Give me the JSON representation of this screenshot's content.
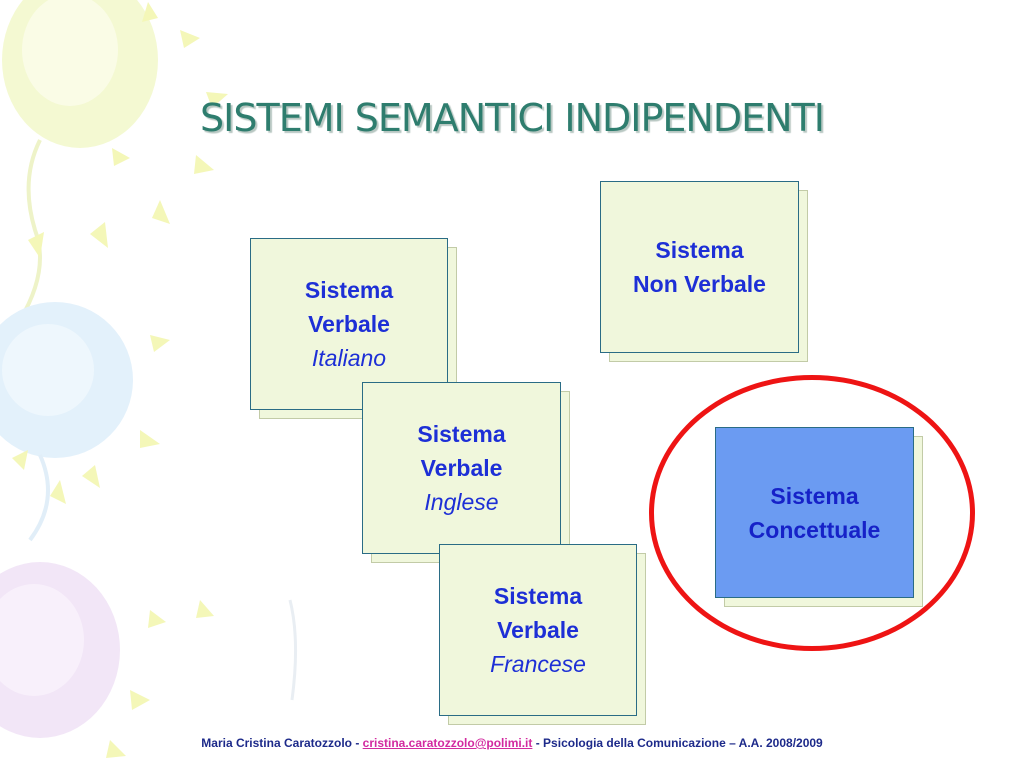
{
  "slide": {
    "title": "SISTEMI SEMANTICI INDIPENDENTI"
  },
  "boxes": {
    "italiano": {
      "line1": "Sistema",
      "line2": "Verbale",
      "line3": "Italiano"
    },
    "inglese": {
      "line1": "Sistema",
      "line2": "Verbale",
      "line3": "Inglese"
    },
    "francese": {
      "line1": "Sistema",
      "line2": "Verbale",
      "line3": "Francese"
    },
    "non_verbale": {
      "line1": "Sistema",
      "line2": "Non Verbale"
    },
    "concettuale": {
      "line1": "Sistema",
      "line2": "Concettuale"
    }
  },
  "footer": {
    "author": "Maria Cristina Caratozzolo  - ",
    "email": "cristina.caratozzolo@polimi.it",
    "course": " - Psicologia della Comunicazione – A.A. 2008/2009"
  },
  "colors": {
    "title": "#2e7d6e",
    "box_fill": "#f0f7dc",
    "box_border": "#2a6c85",
    "box_text": "#1d2fd6",
    "concept_fill": "#6b9bf2",
    "ring": "#ee1414",
    "footer_text": "#1d2a8a",
    "email_link": "#d22aa0"
  }
}
